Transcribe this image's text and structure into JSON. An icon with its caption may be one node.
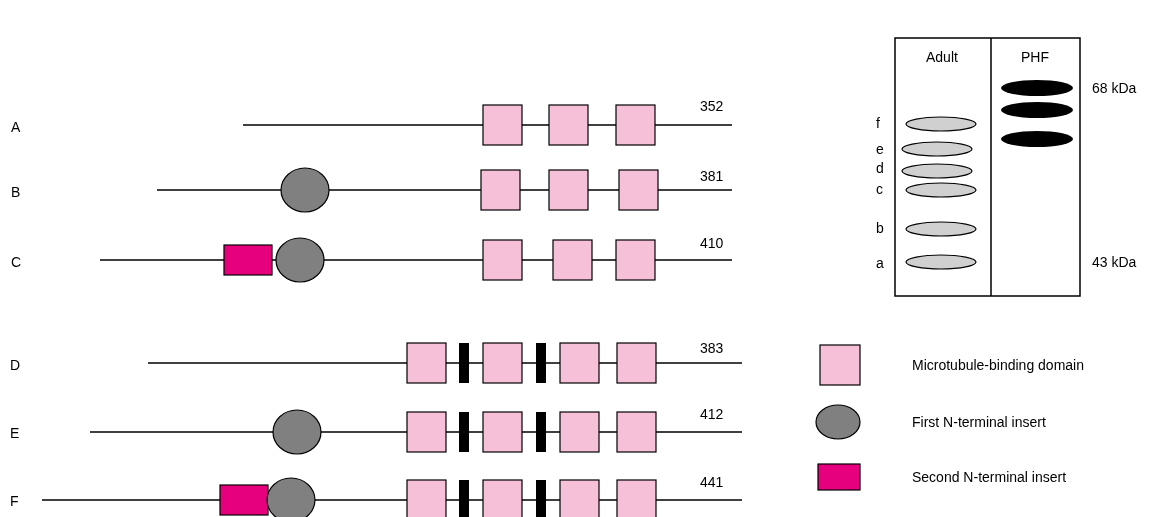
{
  "diagram": {
    "labels": [
      "Adult",
      "PHF",
      "68 kDa",
      "A",
      "352",
      "f",
      "e",
      "d",
      "B",
      "381",
      "c",
      "b",
      "C",
      "410",
      "43 kDa",
      "a",
      "D",
      "383",
      "E",
      "412",
      "F",
      "441"
    ],
    "legend": [
      {
        "text": "Microtubule-binding domain",
        "color": "#f6c0d8"
      },
      {
        "text": "First N-terminal insert",
        "color": "#808080"
      },
      {
        "text": "Second N-terminal insert",
        "color": "#e6007e"
      }
    ]
  }
}
